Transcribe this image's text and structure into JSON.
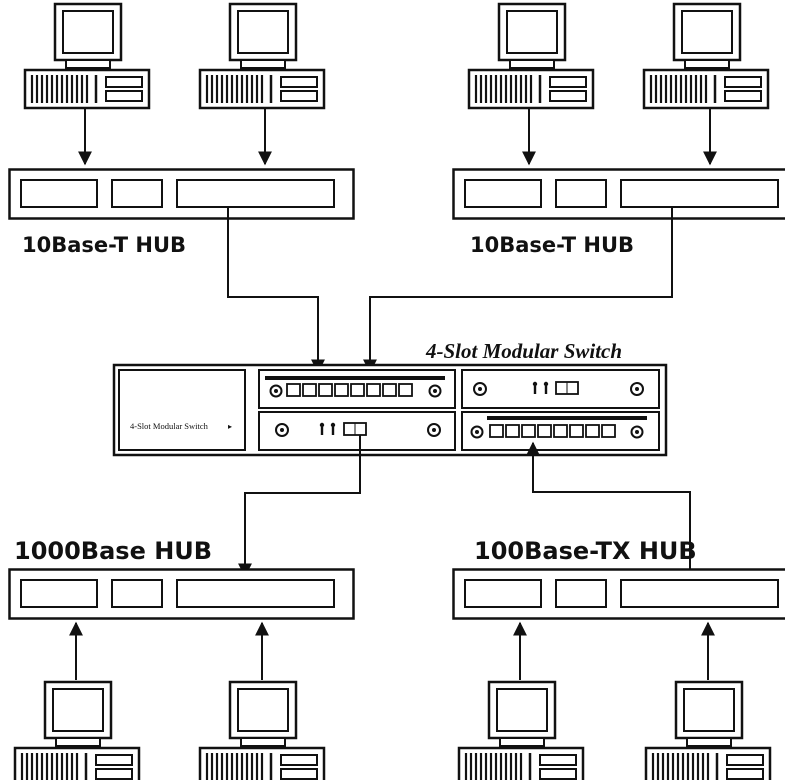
{
  "labels": {
    "hub_top_left": "10Base-T HUB",
    "hub_top_right": "10Base-T HUB",
    "switch_title": "4-Slot Modular Switch",
    "switch_faceplate": "4-Slot Modular Switch",
    "hub_bottom_left": "1000Base HUB",
    "hub_bottom_right": "100Base-TX HUB"
  },
  "icons": {
    "computer": "computer-icon",
    "hub": "hub-icon",
    "switch": "modular-switch-icon"
  },
  "colors": {
    "line": "#111111",
    "background": "#ffffff"
  }
}
